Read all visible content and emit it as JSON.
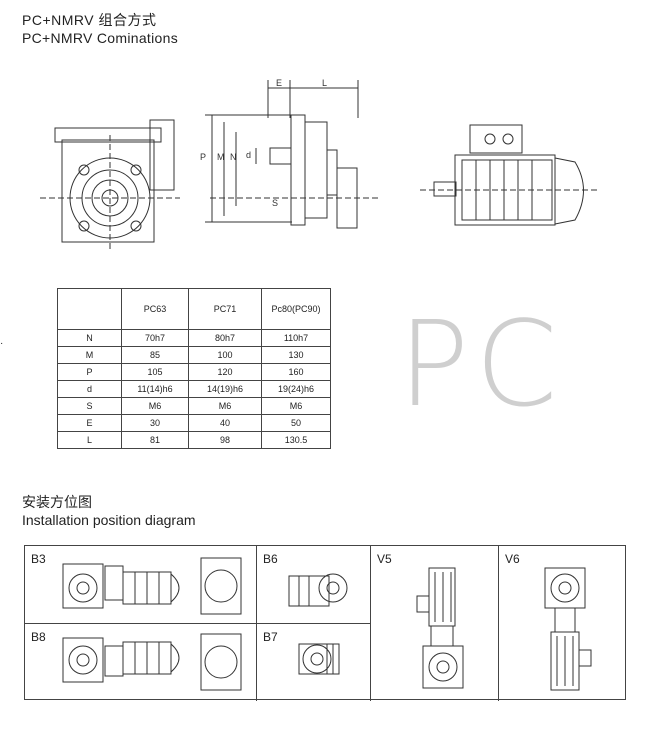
{
  "header": {
    "title_cn": "PC+NMRV 组合方式",
    "title_en": "PC+NMRV Cominations"
  },
  "diagram": {
    "labels": {
      "E": "E",
      "L": "L",
      "P": "P",
      "M": "M",
      "N": "N",
      "d": "d",
      "S": "S"
    }
  },
  "watermark": "PC",
  "spec_table": {
    "columns": [
      "",
      "PC63",
      "PC71",
      "Pc80(PC90)"
    ],
    "rows": [
      [
        "N",
        "70h7",
        "80h7",
        "110h7"
      ],
      [
        "M",
        "85",
        "100",
        "130"
      ],
      [
        "P",
        "105",
        "120",
        "160"
      ],
      [
        "d",
        "11(14)h6",
        "14(19)h6",
        "19(24)h6"
      ],
      [
        "S",
        "M6",
        "M6",
        "M6"
      ],
      [
        "E",
        "30",
        "40",
        "50"
      ],
      [
        "L",
        "81",
        "98",
        "130.5"
      ]
    ]
  },
  "installation": {
    "title_cn": "安装方位图",
    "title_en": "Installation position diagram",
    "positions": [
      "B3",
      "B6",
      "V5",
      "V6",
      "B8",
      "B7"
    ]
  }
}
